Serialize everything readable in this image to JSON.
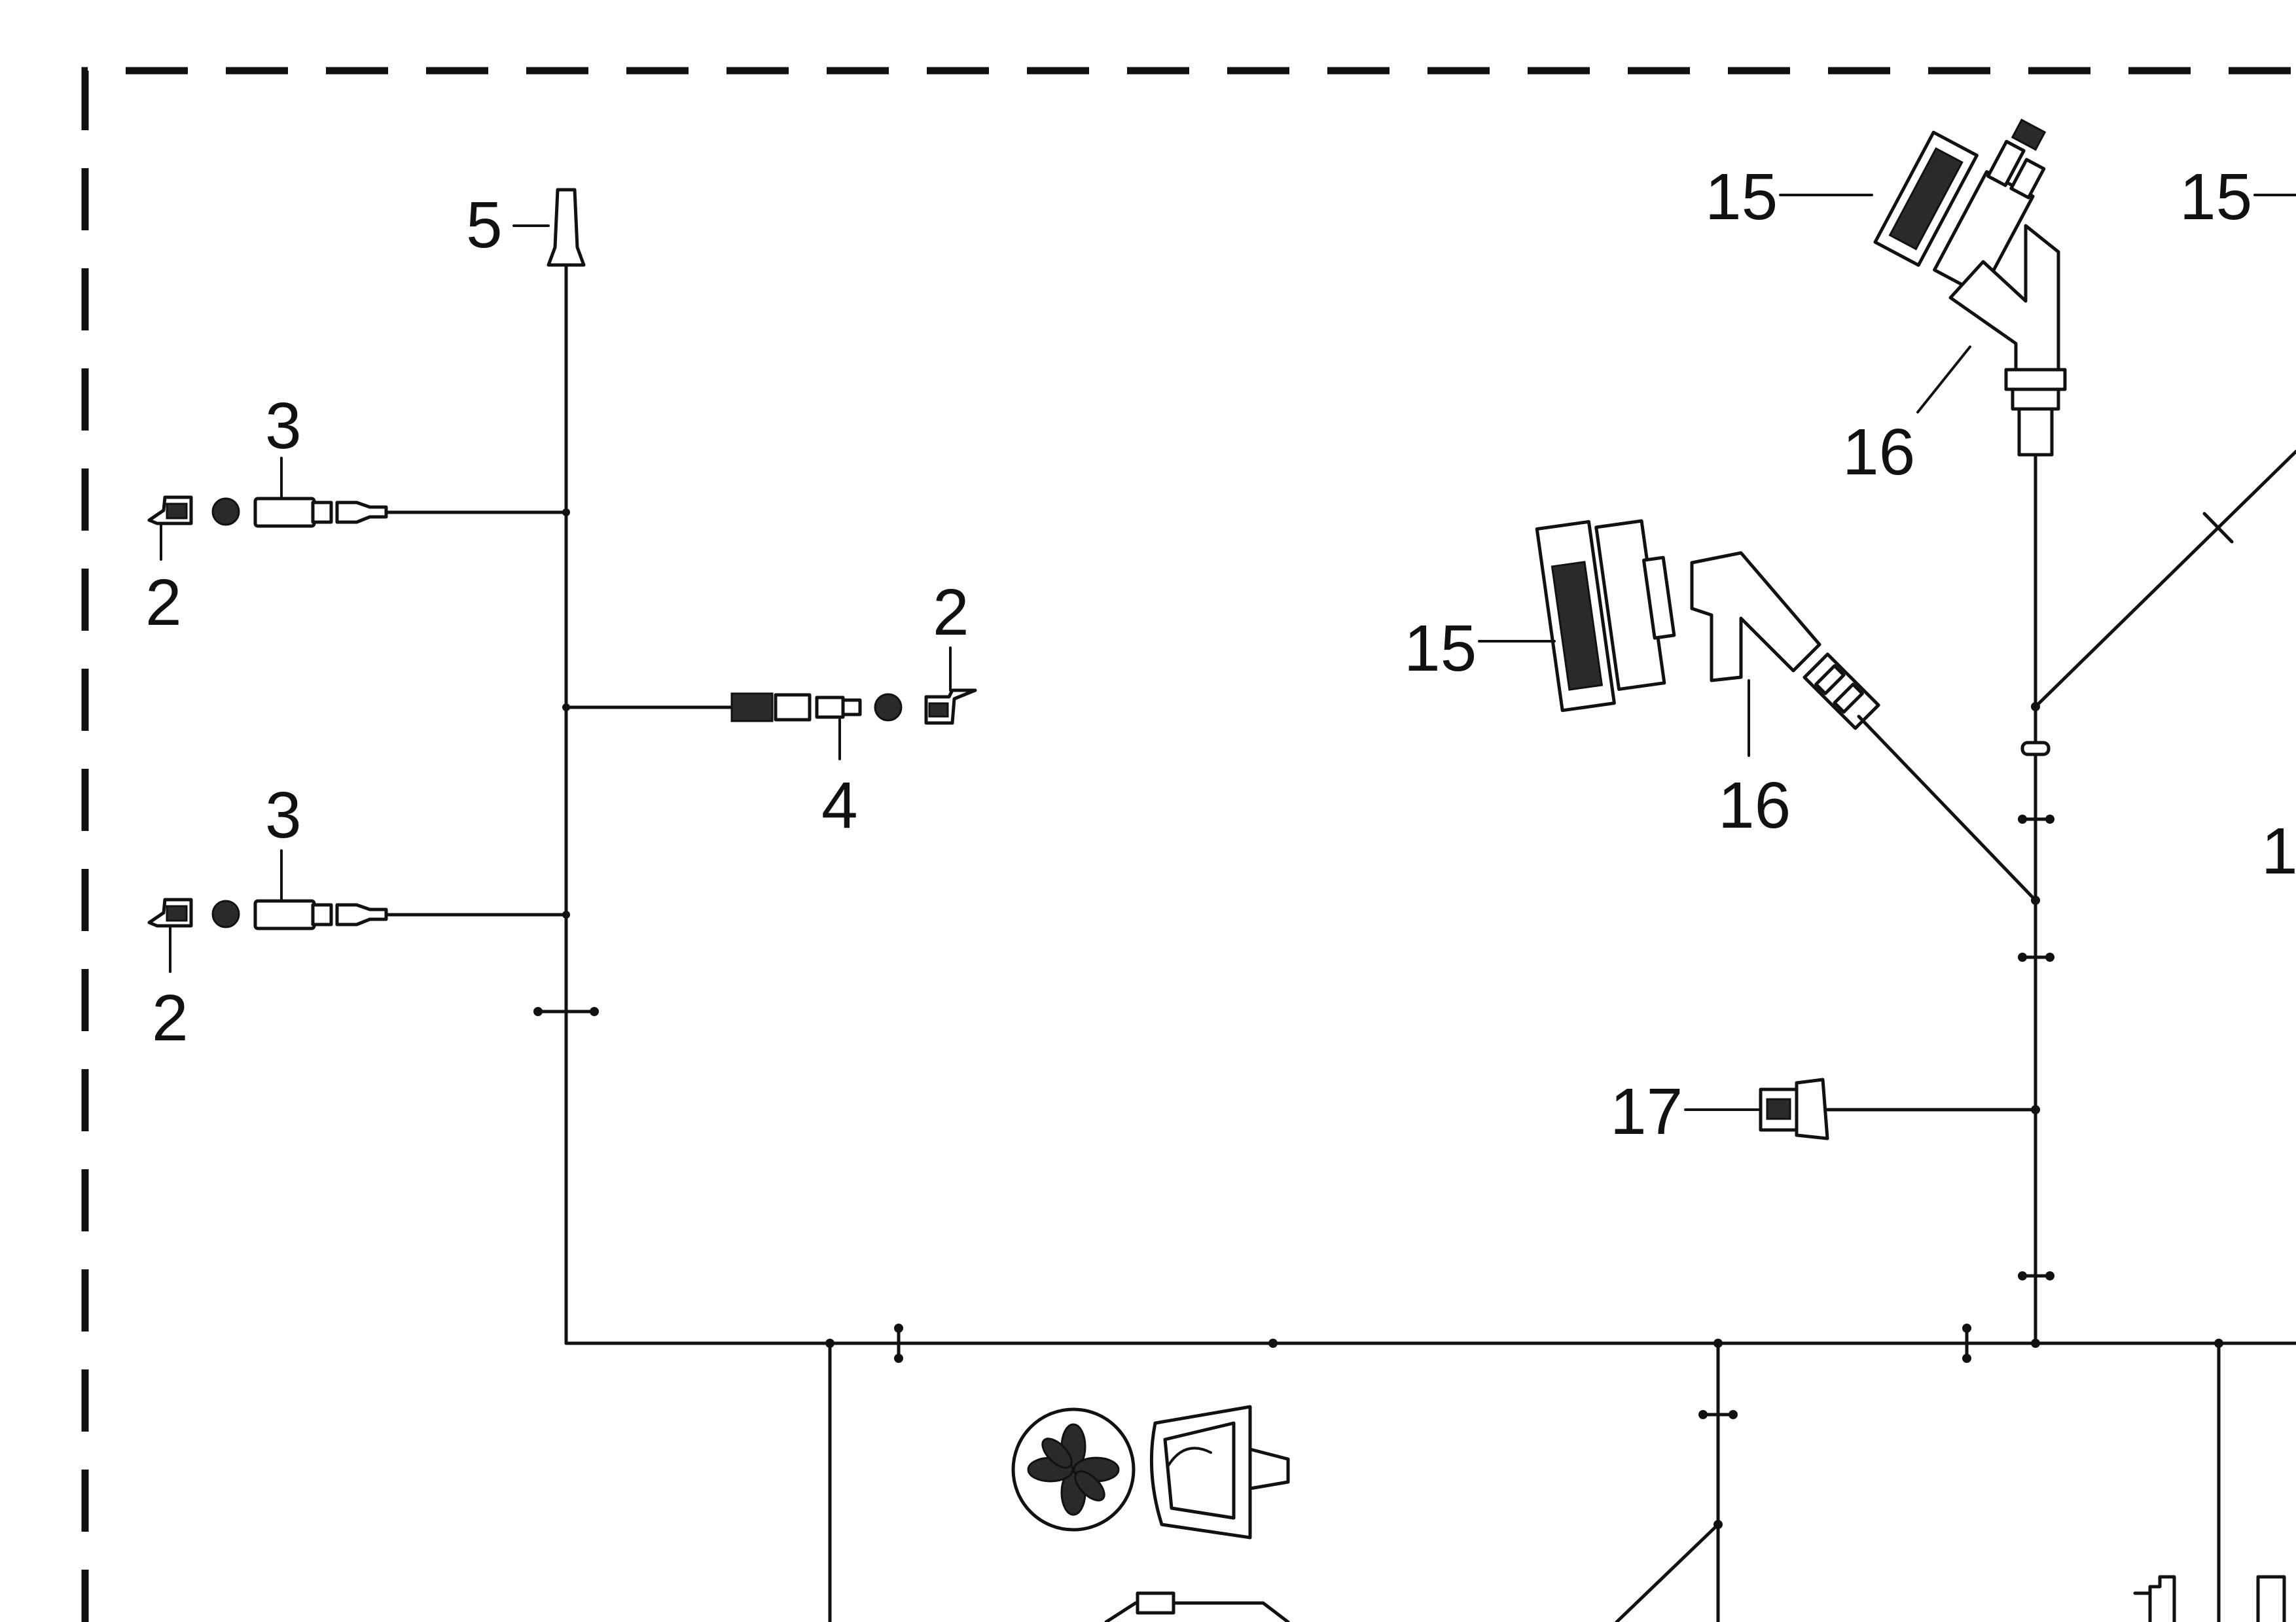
{
  "callouts": {
    "c5": "5",
    "c3_top": "3",
    "c2_top": "2",
    "c2_mid": "2",
    "c4": "4",
    "c3_bottom": "3",
    "c2_bottom": "2",
    "c15_top": "15",
    "c15_right": "15",
    "c16_top": "16",
    "c15_mid": "15",
    "c16_mid": "16",
    "c17": "17",
    "c1_partial": "1"
  }
}
